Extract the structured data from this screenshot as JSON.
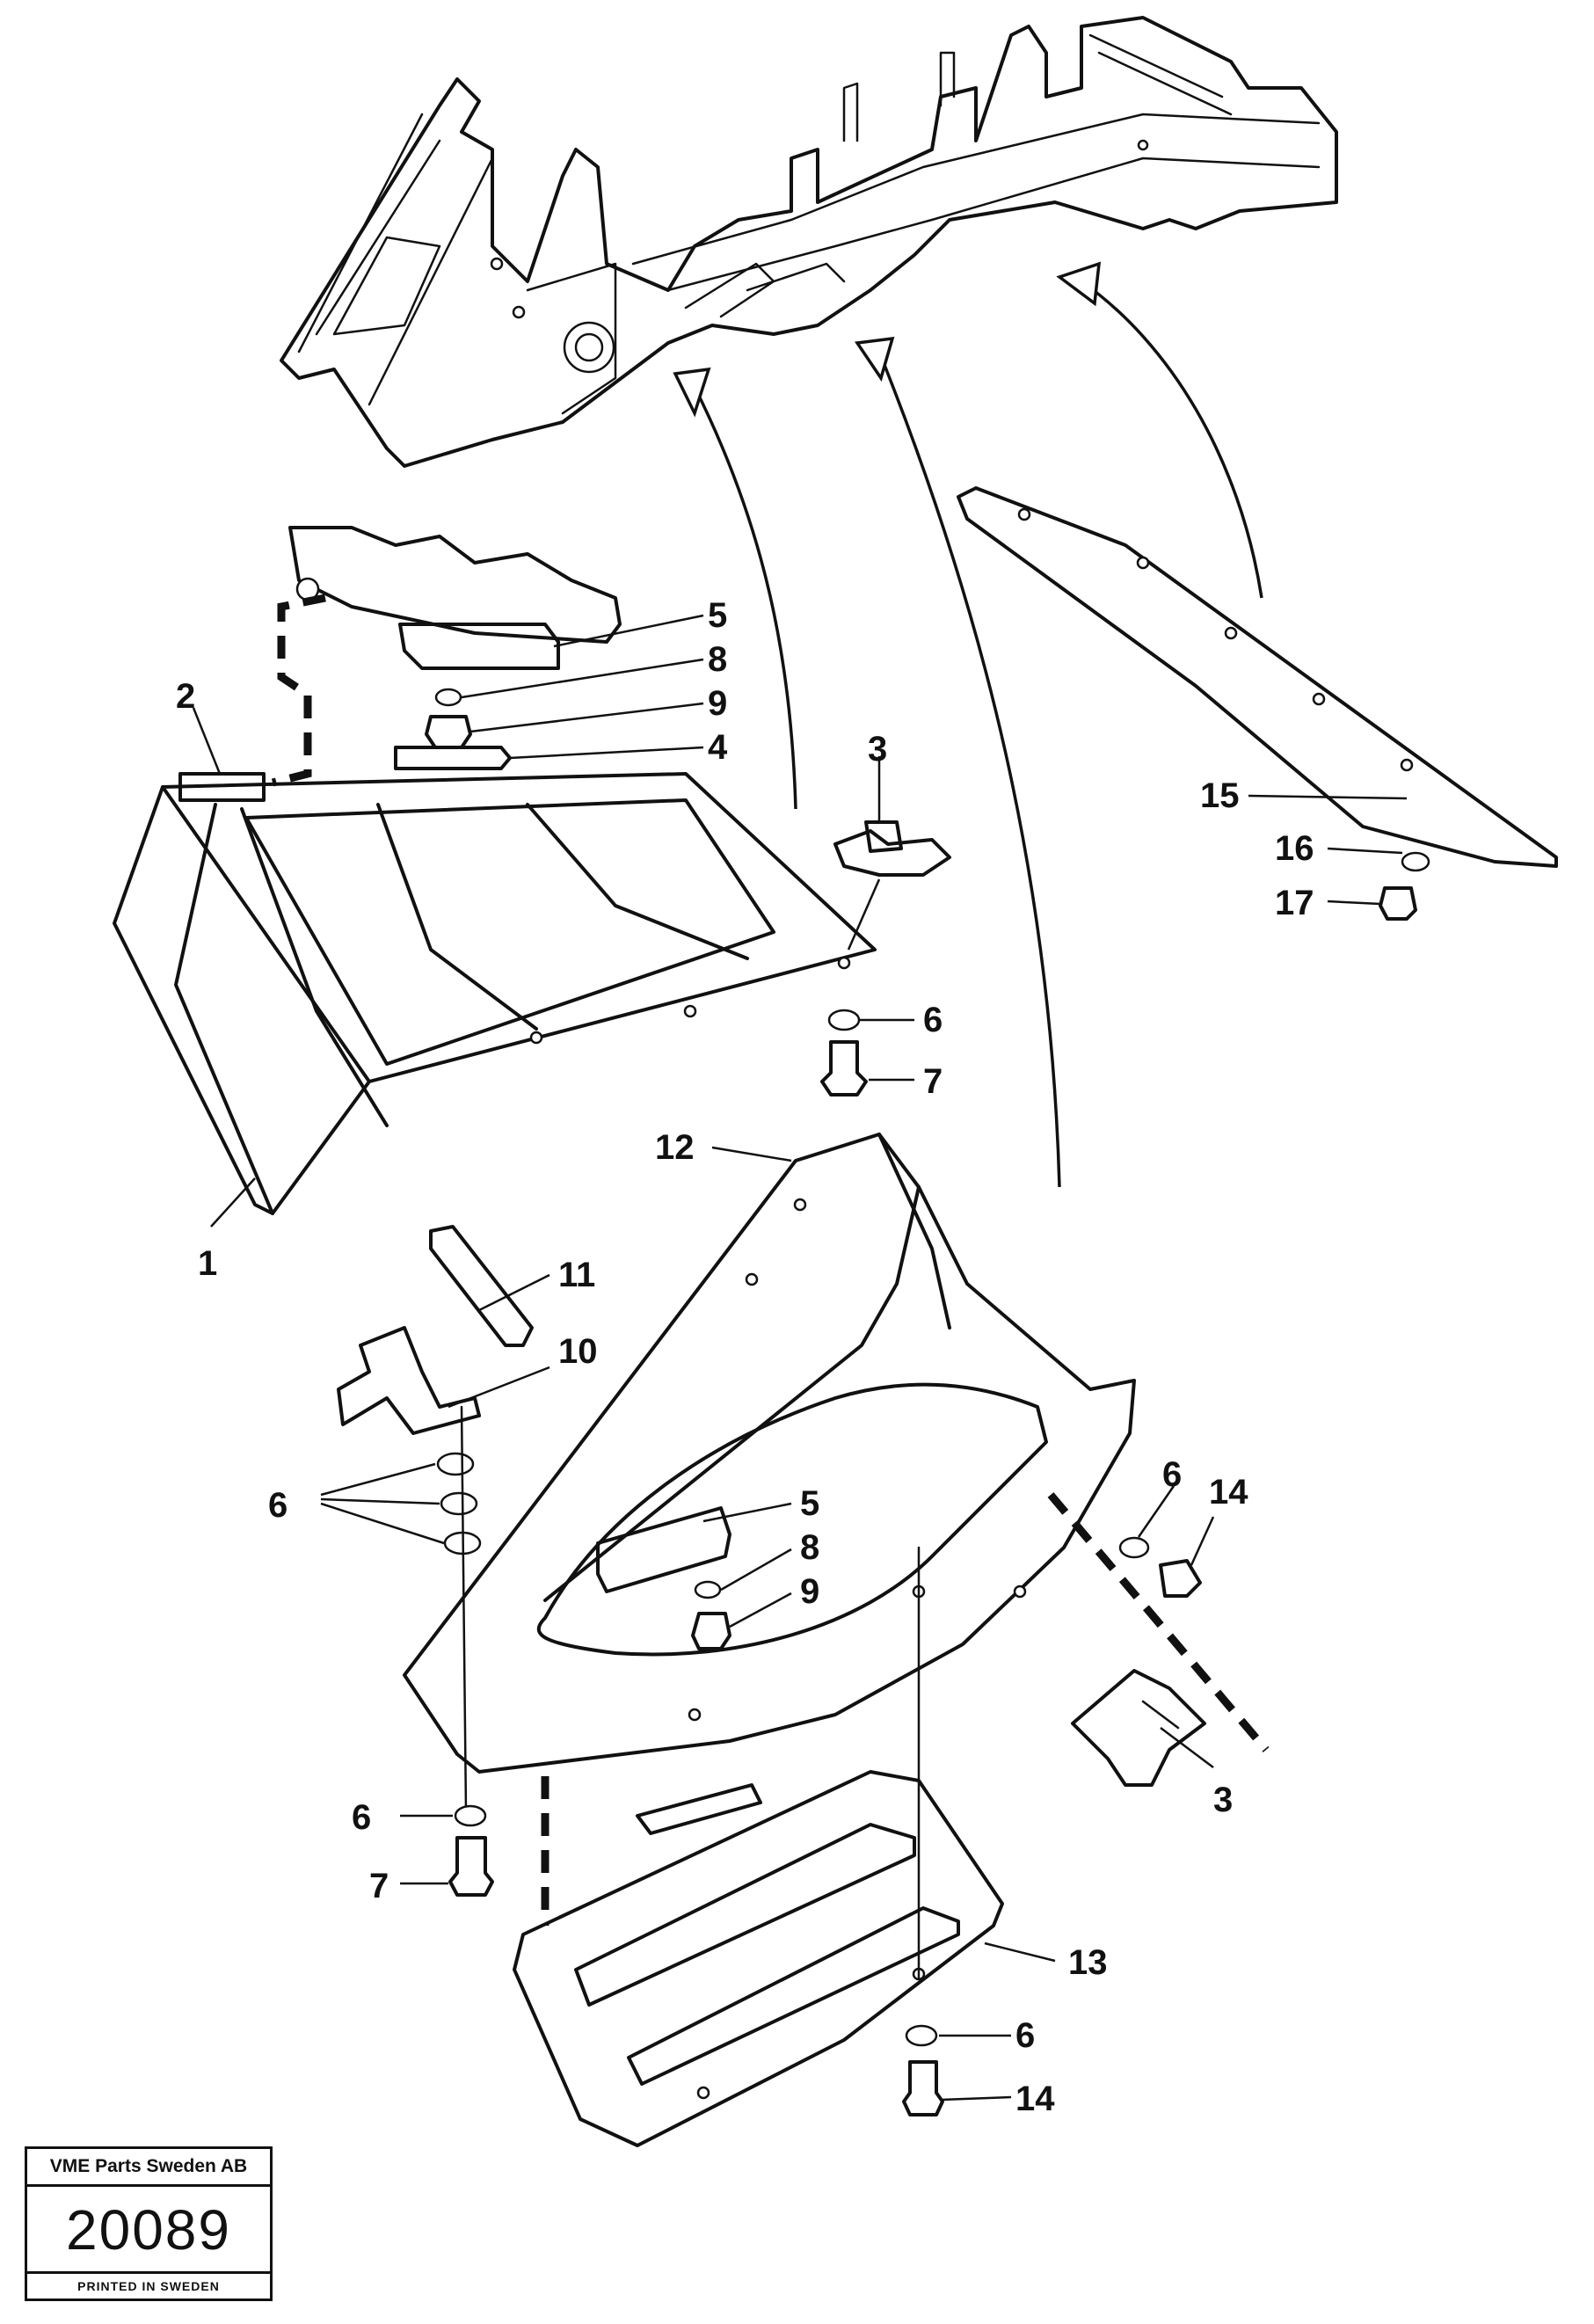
{
  "callouts": {
    "c1": "1",
    "c2": "2",
    "c3a": "3",
    "c3b": "3",
    "c4": "4",
    "c5a": "5",
    "c5b": "5",
    "c6a": "6",
    "c6b": "6",
    "c6c": "6",
    "c6d": "6",
    "c6e": "6",
    "c7a": "7",
    "c7b": "7",
    "c8a": "8",
    "c8b": "8",
    "c9a": "9",
    "c9b": "9",
    "c10": "10",
    "c11": "11",
    "c12": "12",
    "c13": "13",
    "c14a": "14",
    "c14b": "14",
    "c15": "15",
    "c16": "16",
    "c17": "17"
  },
  "stamp": {
    "company": "VME Parts Sweden AB",
    "number": "20089",
    "printed": "PRINTED IN SWEDEN"
  }
}
